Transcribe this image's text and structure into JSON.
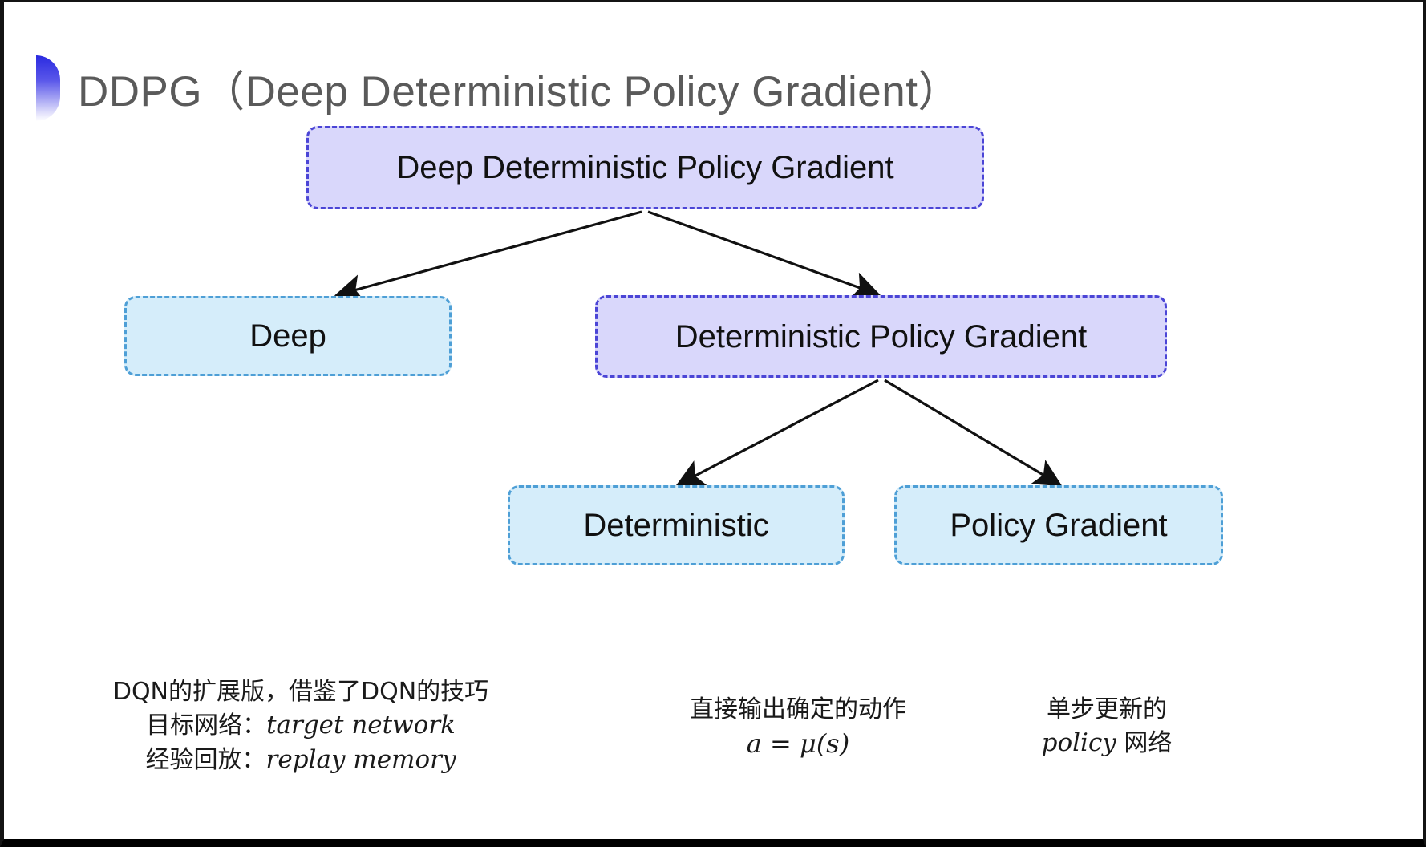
{
  "slide": {
    "title": "DDPG（Deep Deterministic Policy Gradient）",
    "background_color": "#ffffff",
    "accent_color": "#2a2ae0"
  },
  "diagram": {
    "type": "tree",
    "colors": {
      "purple_fill": "#d9d7fb",
      "purple_border": "#4b45d6",
      "blue_fill": "#d5edfa",
      "blue_border": "#4e9fd6",
      "arrow": "#111111"
    },
    "nodes": [
      {
        "id": "root",
        "label": "Deep Deterministic Policy Gradient",
        "style": "purple"
      },
      {
        "id": "deep",
        "label": "Deep",
        "style": "blue"
      },
      {
        "id": "dpg",
        "label": "Deterministic Policy Gradient",
        "style": "purple"
      },
      {
        "id": "deterministic",
        "label": "Deterministic",
        "style": "blue"
      },
      {
        "id": "policy_gradient",
        "label": "Policy Gradient",
        "style": "blue"
      }
    ],
    "edges": [
      {
        "from": "root",
        "to": "deep"
      },
      {
        "from": "root",
        "to": "dpg"
      },
      {
        "from": "dpg",
        "to": "deterministic"
      },
      {
        "from": "dpg",
        "to": "policy_gradient"
      }
    ]
  },
  "annotations": {
    "deep": {
      "line1": "DQN的扩展版，借鉴了DQN的技巧",
      "line2_label": "目标网络：",
      "line2_term": "target network",
      "line3_label": "经验回放：",
      "line3_term": "replay memory"
    },
    "deterministic": {
      "line1": "直接输出确定的动作",
      "formula": "a = μ(s)"
    },
    "policy_gradient": {
      "line1": "单步更新的",
      "line2_term": "policy",
      "line2_suffix": " 网络"
    }
  }
}
